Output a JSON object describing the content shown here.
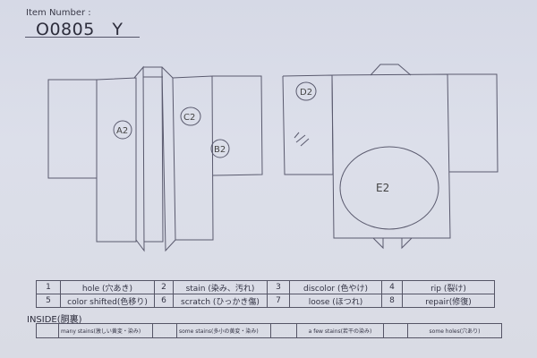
{
  "header": {
    "item_number_label": "Item Number :",
    "item_number_value": "O0805   Y"
  },
  "diagrams": {
    "front": {
      "markers": [
        {
          "id": "A2",
          "label": "A2"
        },
        {
          "id": "C2",
          "label": "C2"
        },
        {
          "id": "B2",
          "label": "B2"
        }
      ]
    },
    "back": {
      "markers": [
        {
          "id": "D2",
          "label": "D2"
        },
        {
          "id": "E2",
          "label": "E2"
        }
      ]
    }
  },
  "legend": {
    "rows": [
      [
        {
          "num": "1",
          "text": "hole (穴あき)"
        },
        {
          "num": "2",
          "text": "stain (染み、汚れ)"
        },
        {
          "num": "3",
          "text": "discolor (色やけ)"
        },
        {
          "num": "4",
          "text": "rip (裂け)"
        }
      ],
      [
        {
          "num": "5",
          "text": "color shifted(色移り)"
        },
        {
          "num": "6",
          "text": "scratch (ひっかき傷)"
        },
        {
          "num": "7",
          "text": "loose (ほつれ)"
        },
        {
          "num": "8",
          "text": "repair(修復)"
        }
      ]
    ]
  },
  "inside": {
    "title": "INSIDE(胴裏)",
    "options": [
      {
        "check": "",
        "text": "many stains(激しい黄変・染み)"
      },
      {
        "check": "",
        "text": "some stains(多小の黄変・染み)"
      },
      {
        "check": "",
        "text": "a few stains(若干の染み)"
      },
      {
        "check": "",
        "text": "some holes(穴あり)"
      }
    ]
  }
}
